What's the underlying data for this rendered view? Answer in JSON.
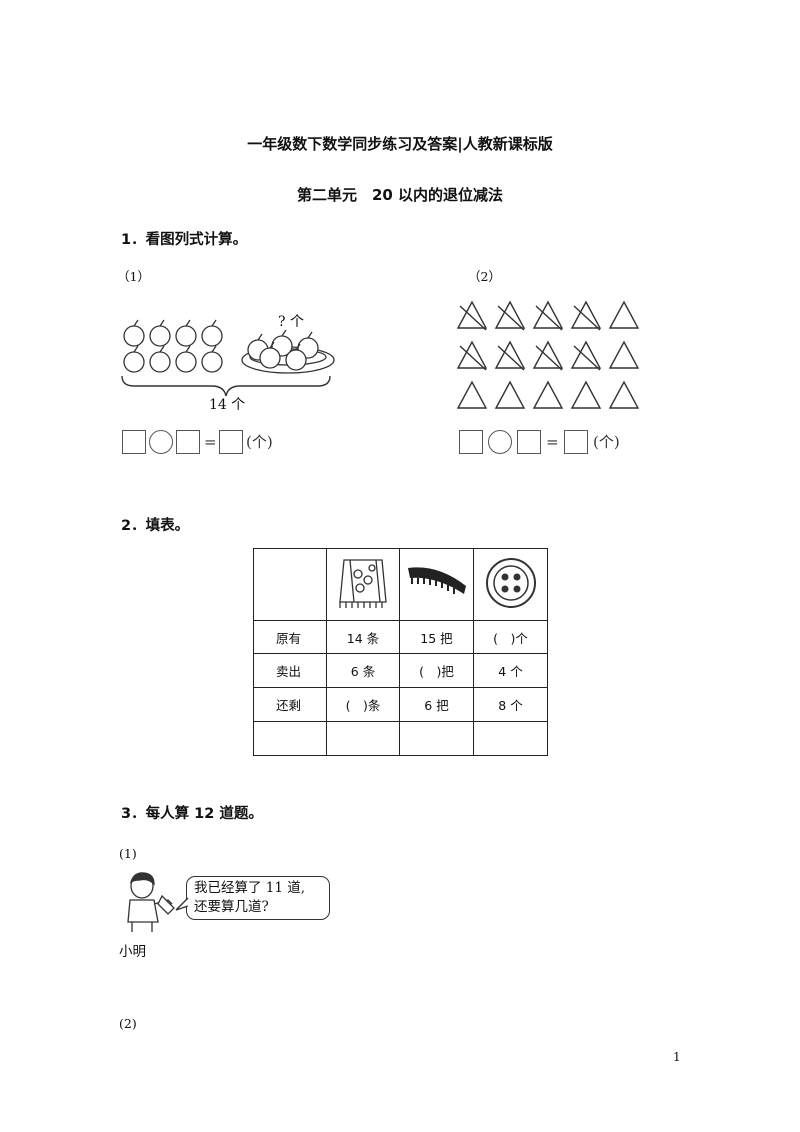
{
  "header": {
    "title": "一年级数下数学同步练习及答案|人教新课标版",
    "unit": "第二单元　20 以内的退位减法"
  },
  "q1": {
    "heading": "1．看图列式计算。",
    "sub1": {
      "label": "（1）",
      "question": "? 个",
      "total": "14 个",
      "unit": "(个)"
    },
    "sub2": {
      "label": "（2）",
      "unit": "(个)"
    }
  },
  "q2": {
    "heading": "2．填表。",
    "pictures": [
      "towel-icon",
      "comb-icon",
      "button-icon"
    ],
    "rows": [
      {
        "label": "原有",
        "cells": [
          "14 条",
          "15 把",
          "(　)个"
        ]
      },
      {
        "label": "卖出",
        "cells": [
          "6 条",
          "(　)把",
          "4 个"
        ]
      },
      {
        "label": "还剩",
        "cells": [
          "(　)条",
          "6 把",
          "8 个"
        ]
      },
      {
        "label": "",
        "cells": [
          "",
          "",
          ""
        ]
      }
    ]
  },
  "q3": {
    "heading": "3．每人算 12 道题。",
    "sub1_label": "(1)",
    "speech_line1": "我已经算了 11 道,",
    "speech_line2": "还要算几道?",
    "character_name": "小明",
    "sub2_label": "(2)"
  },
  "footer": {
    "page_number": "1"
  }
}
